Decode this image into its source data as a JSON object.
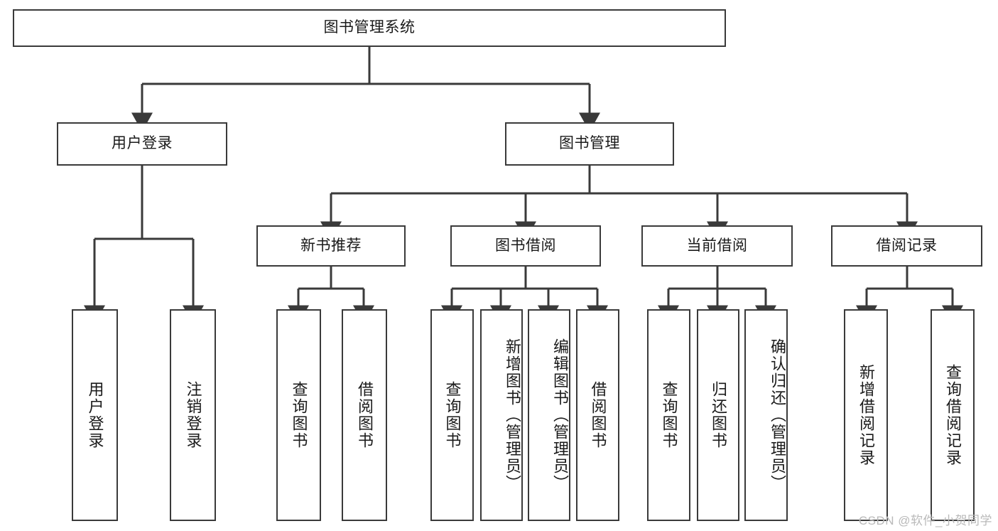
{
  "diagram": {
    "title": "图书管理系统",
    "watermark": "CSDN @软件_小贺同学",
    "colors": {
      "background": "#ffffff",
      "box_border": "#3a3a3a",
      "box_fill": "#ffffff",
      "text": "#1a1a1a",
      "connector": "#3a3a3a",
      "watermark": "#b9b9b9"
    },
    "root": {
      "label": "图书管理系统"
    },
    "level2": [
      {
        "label": "用户登录"
      },
      {
        "label": "图书管理"
      }
    ],
    "level3": [
      {
        "label": "新书推荐"
      },
      {
        "label": "图书借阅"
      },
      {
        "label": "当前借阅"
      },
      {
        "label": "借阅记录"
      }
    ],
    "leaves": {
      "user_login": [
        {
          "label": "用户登录"
        },
        {
          "label": "注销登录"
        }
      ],
      "new_book_rec": [
        {
          "label": "查询图书"
        },
        {
          "label": "借阅图书"
        }
      ],
      "book_borrow": [
        {
          "label": "查询图书"
        },
        {
          "label": "新增图书（管理员）"
        },
        {
          "label": "编辑图书（管理员）"
        },
        {
          "label": "借阅图书"
        }
      ],
      "current_borrow": [
        {
          "label": "查询图书"
        },
        {
          "label": "归还图书"
        },
        {
          "label": "确认归还（管理员）"
        }
      ],
      "borrow_record": [
        {
          "label": "新增借阅记录"
        },
        {
          "label": "查询借阅记录"
        }
      ]
    }
  }
}
